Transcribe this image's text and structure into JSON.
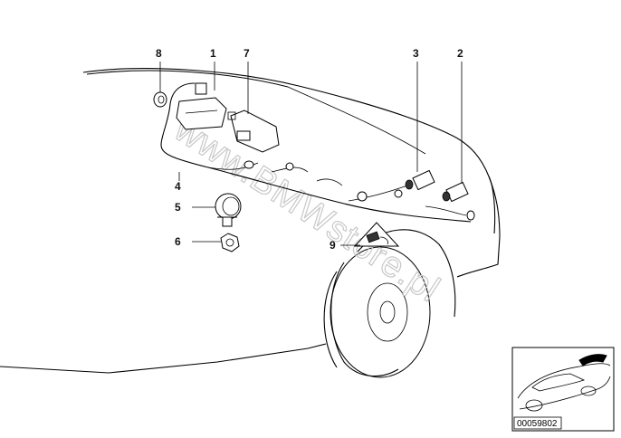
{
  "diagram": {
    "callouts": [
      {
        "id": "8",
        "label": "8"
      },
      {
        "id": "1",
        "label": "1"
      },
      {
        "id": "7",
        "label": "7"
      },
      {
        "id": "3",
        "label": "3"
      },
      {
        "id": "2",
        "label": "2"
      },
      {
        "id": "4",
        "label": "4"
      },
      {
        "id": "5",
        "label": "5"
      },
      {
        "id": "6",
        "label": "6"
      },
      {
        "id": "9",
        "label": "9"
      }
    ],
    "watermark": "www.BMWstore.pl",
    "reference_code": "00059802"
  }
}
